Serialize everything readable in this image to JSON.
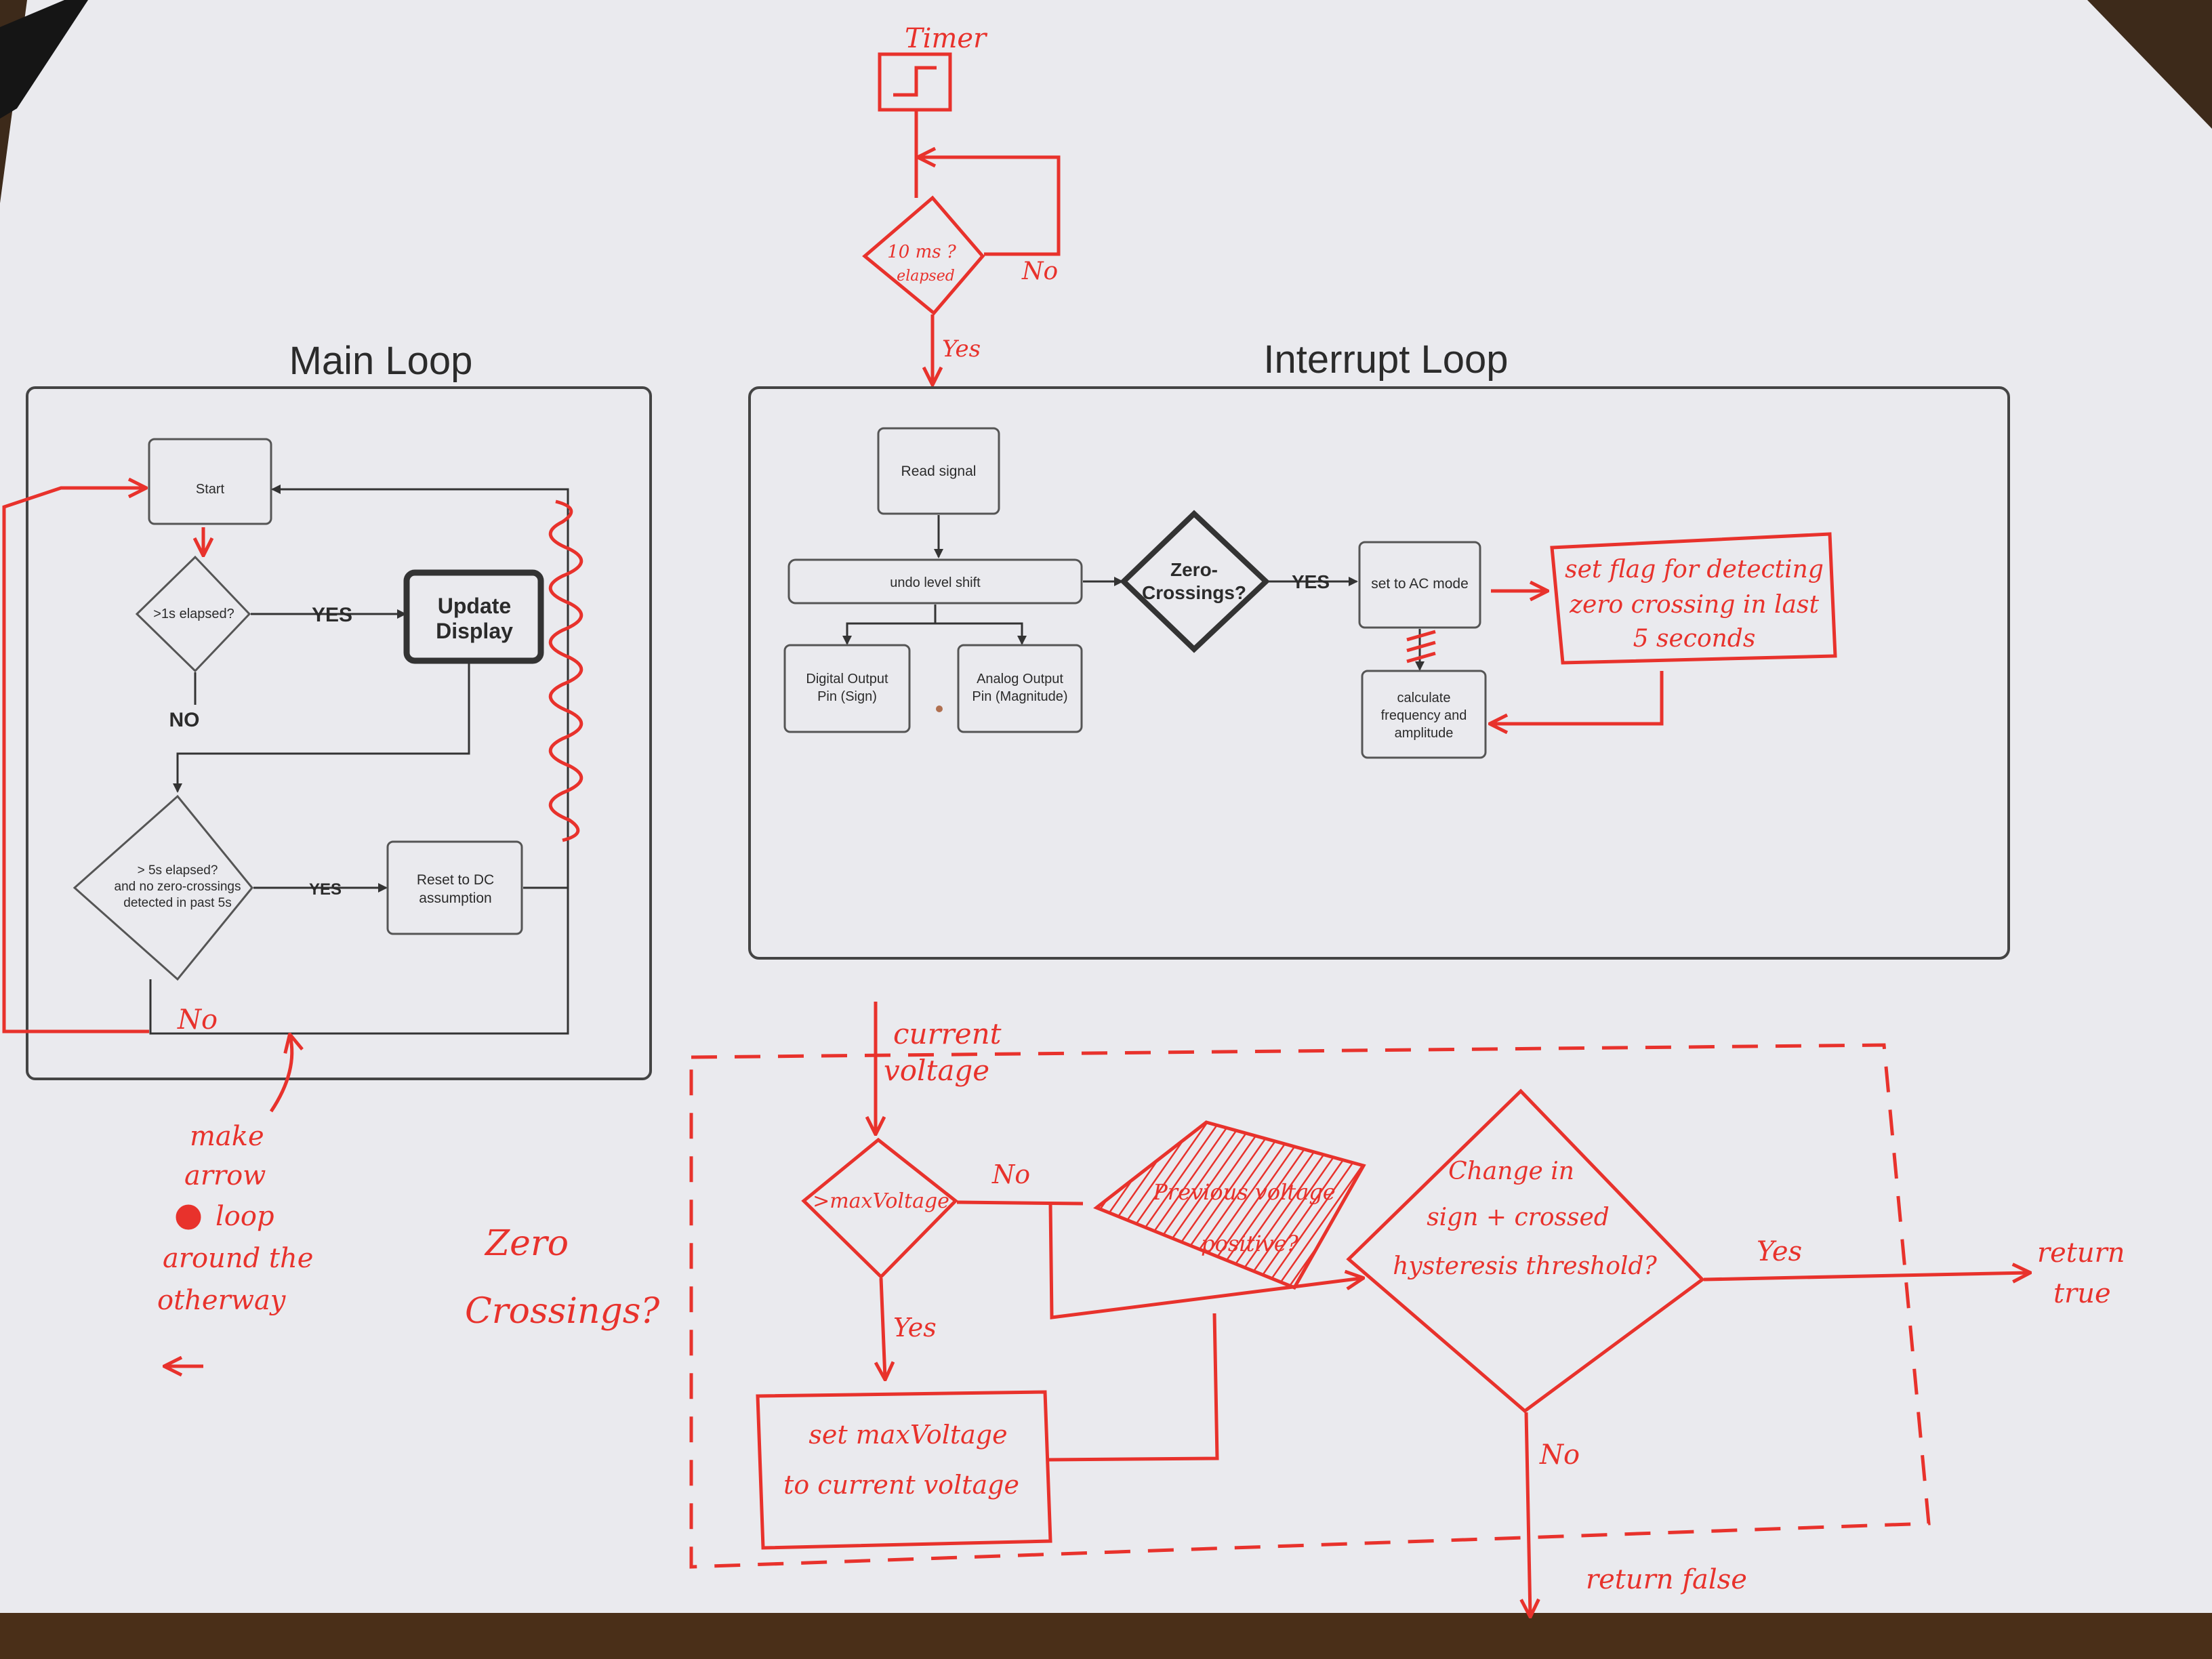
{
  "main_loop": {
    "title": "Main Loop",
    "start": "Start",
    "check_1s": ">1s elapsed?",
    "yes_1": "YES",
    "update_line1": "Update",
    "update_line2": "Display",
    "no_1": "NO",
    "check_5s_line1": "> 5s elapsed?",
    "check_5s_line2": "and no zero-crossings",
    "check_5s_line3": "detected in past 5s",
    "yes_2": "YES",
    "reset_line1": "Reset to DC",
    "reset_line2": "assumption"
  },
  "interrupt_loop": {
    "title": "Interrupt Loop",
    "read_signal": "Read signal",
    "undo_shift": "undo level shift",
    "digital_line1": "Digital Output",
    "digital_line2": "Pin (Sign)",
    "analog_line1": "Analog Output",
    "analog_line2": "Pin (Magnitude)",
    "zero_line1": "Zero-",
    "zero_line2": "Crossings?",
    "yes": "YES",
    "ac_mode": "set to AC mode",
    "calc_line1": "calculate",
    "calc_line2": "frequency and",
    "calc_line3": "amplitude"
  },
  "annotations": {
    "timer": "Timer",
    "ten_ms_line1": "10 ms ?",
    "ten_ms_line2": "elapsed",
    "no_top": "No",
    "yes_top": "Yes",
    "flag_line1": "set flag for detecting",
    "flag_line2": "zero crossing in last",
    "flag_line3": "5 seconds",
    "no_main": "No",
    "make_arrow_line1": "make",
    "make_arrow_line2": "arrow",
    "make_arrow_line3": "loop",
    "make_arrow_line4": "around the",
    "make_arrow_line5": "otherway",
    "zero_cross_line1": "Zero",
    "zero_cross_line2": "Crossings?"
  },
  "zero_crossing_flow": {
    "current_line1": "current",
    "current_line2": "voltage",
    "max_check": ">maxVoltage",
    "no_label": "No",
    "prev_line1": "Previous voltage",
    "prev_line2": "positive?",
    "change_line1": "Change in",
    "change_line2": "sign + crossed",
    "change_line3": "hysteresis threshold?",
    "yes_right": "Yes",
    "return_true_line1": "return",
    "return_true_line2": "true",
    "yes_down": "Yes",
    "set_max_line1": "set maxVoltage",
    "set_max_line2": "to current voltage",
    "no_down": "No",
    "return_false": "return false"
  }
}
